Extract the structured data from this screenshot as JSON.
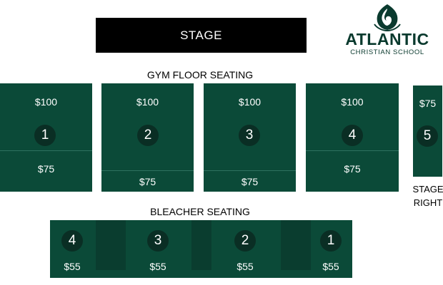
{
  "stage": "STAGE",
  "logo": {
    "name": "ATLANTIC",
    "subtitle": "CHRISTIAN SCHOOL"
  },
  "gym_heading": "GYM FLOOR SEATING",
  "bleacher_heading": "BLEACHER SEATING",
  "stage_right": {
    "line1": "STAGE",
    "line2": "RIGHT"
  },
  "colors": {
    "section": "#0b4a38",
    "badge": "#0a2e24",
    "gap": "#0a3d2f",
    "logo": "#0a3a2e"
  },
  "floor_sections": [
    {
      "number": "1",
      "top_price": "$100",
      "bottom_price": "$75"
    },
    {
      "number": "2",
      "top_price": "$100",
      "bottom_price": "$75"
    },
    {
      "number": "3",
      "top_price": "$100",
      "bottom_price": "$75"
    },
    {
      "number": "4",
      "top_price": "$100",
      "bottom_price": "$75"
    }
  ],
  "side_section": {
    "number": "5",
    "price": "$75"
  },
  "bleacher_sections": [
    {
      "number": "4",
      "price": "$55"
    },
    {
      "number": "3",
      "price": "$55"
    },
    {
      "number": "2",
      "price": "$55"
    },
    {
      "number": "1",
      "price": "$55"
    }
  ]
}
